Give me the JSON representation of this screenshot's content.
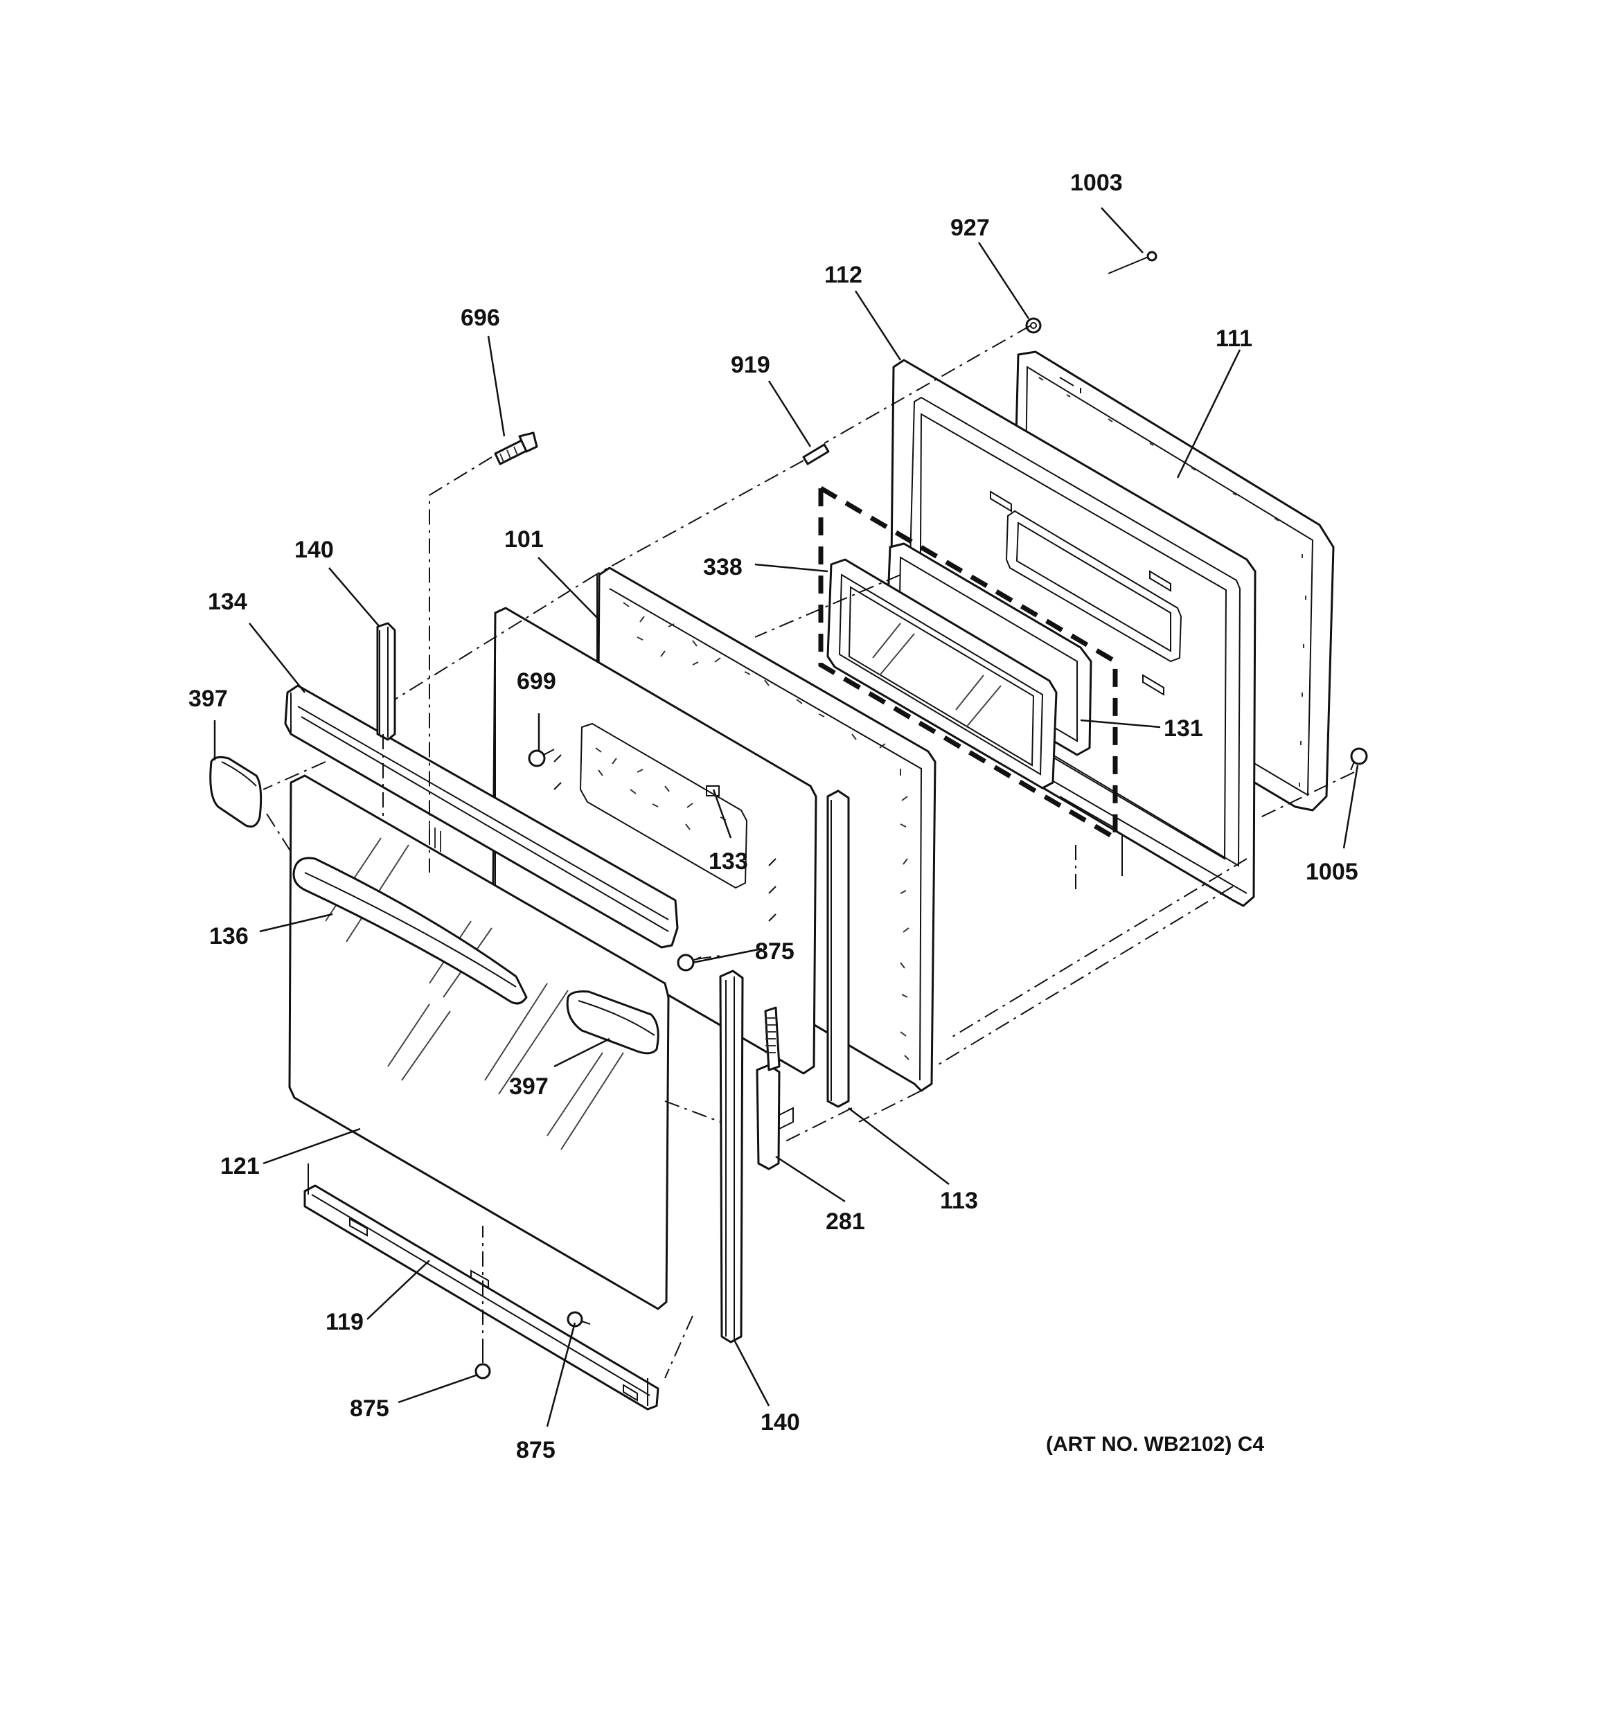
{
  "callouts": {
    "c1003": "1003",
    "c927": "927",
    "c112": "112",
    "c111": "111",
    "c696": "696",
    "c919": "919",
    "c140a": "140",
    "c101": "101",
    "c338": "338",
    "c134": "134",
    "c397a": "397",
    "c699": "699",
    "c131": "131",
    "c1005": "1005",
    "c133": "133",
    "c136": "136",
    "c875a": "875",
    "c397b": "397",
    "c121": "121",
    "c113": "113",
    "c281": "281",
    "c119": "119",
    "c875b": "875",
    "c875c": "875",
    "c140b": "140"
  },
  "art_number": "(ART NO. WB2102) C4"
}
